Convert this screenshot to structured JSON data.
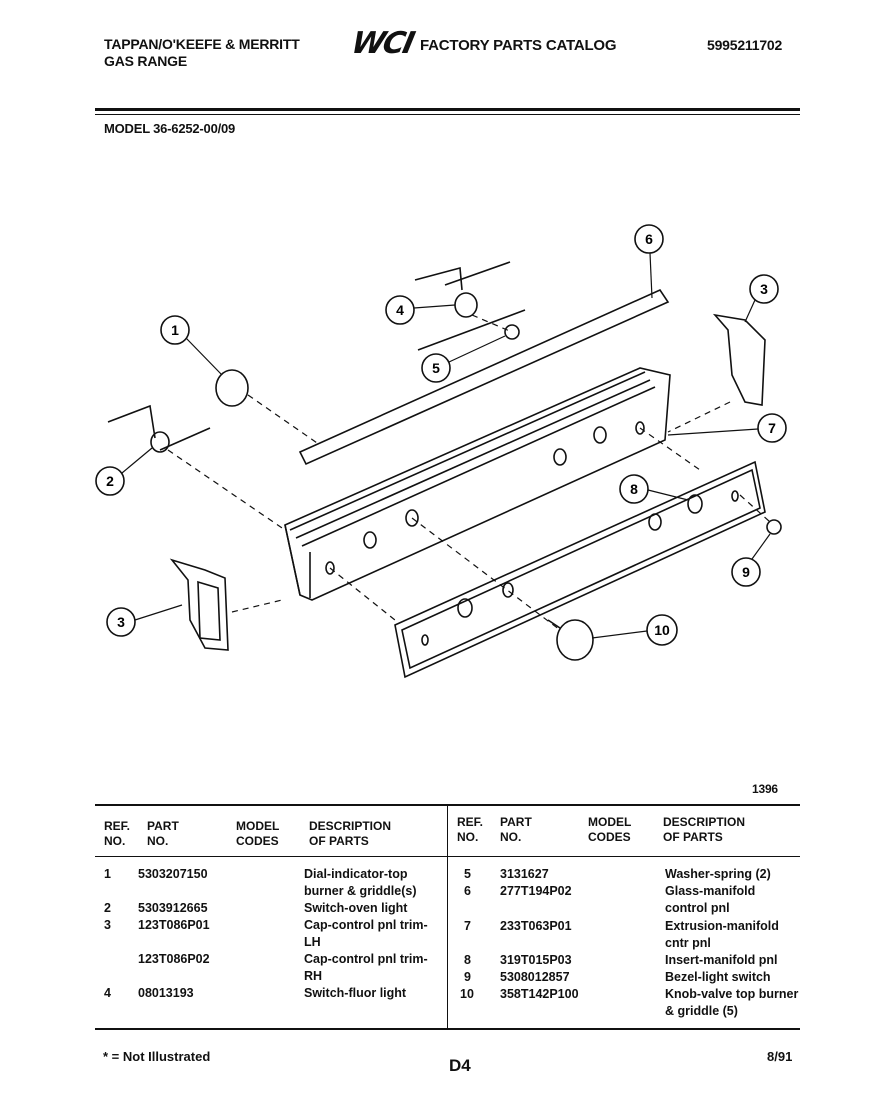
{
  "header": {
    "manufacturer": "TAPPAN/O'KEEFE & MERRITT",
    "product": "GAS RANGE",
    "logo": "WCI",
    "catalog_title": "FACTORY PARTS CATALOG",
    "catalog_number": "5995211702",
    "model": "MODEL 36-6252-00/09"
  },
  "diagram": {
    "callouts": [
      "1",
      "2",
      "3",
      "3",
      "4",
      "5",
      "6",
      "7",
      "8",
      "9",
      "10"
    ],
    "figure_number": "1396"
  },
  "table": {
    "headers": {
      "ref_no": [
        "REF.",
        "NO."
      ],
      "part_no": [
        "PART",
        "NO."
      ],
      "model_codes": [
        "MODEL",
        "CODES"
      ],
      "description": [
        "DESCRIPTION",
        "OF PARTS"
      ]
    },
    "left_rows": [
      {
        "ref": "1",
        "part": "5303207150",
        "desc": "Dial-indicator-top burner & griddle(s)"
      },
      {
        "ref": "2",
        "part": "5303912665",
        "desc": "Switch-oven light"
      },
      {
        "ref": "3",
        "part": "123T086P01",
        "desc": "Cap-control pnl trim-LH"
      },
      {
        "ref": "",
        "part": "123T086P02",
        "desc": "Cap-control pnl trim-RH"
      },
      {
        "ref": "4",
        "part": "08013193",
        "desc": "Switch-fluor light"
      }
    ],
    "right_rows": [
      {
        "ref": "5",
        "part": "3131627",
        "desc": "Washer-spring (2)"
      },
      {
        "ref": "6",
        "part": "277T194P02",
        "desc": "Glass-manifold control pnl"
      },
      {
        "ref": "7",
        "part": "233T063P01",
        "desc": "Extrusion-manifold cntr pnl"
      },
      {
        "ref": "8",
        "part": "319T015P03",
        "desc": "Insert-manifold pnl"
      },
      {
        "ref": "9",
        "part": "5308012857",
        "desc": "Bezel-light switch"
      },
      {
        "ref": "10",
        "part": "358T142P100",
        "desc": "Knob-valve top burner & griddle (5)"
      }
    ]
  },
  "footer": {
    "not_illustrated": "* = Not Illustrated",
    "page": "D4",
    "date": "8/91"
  }
}
